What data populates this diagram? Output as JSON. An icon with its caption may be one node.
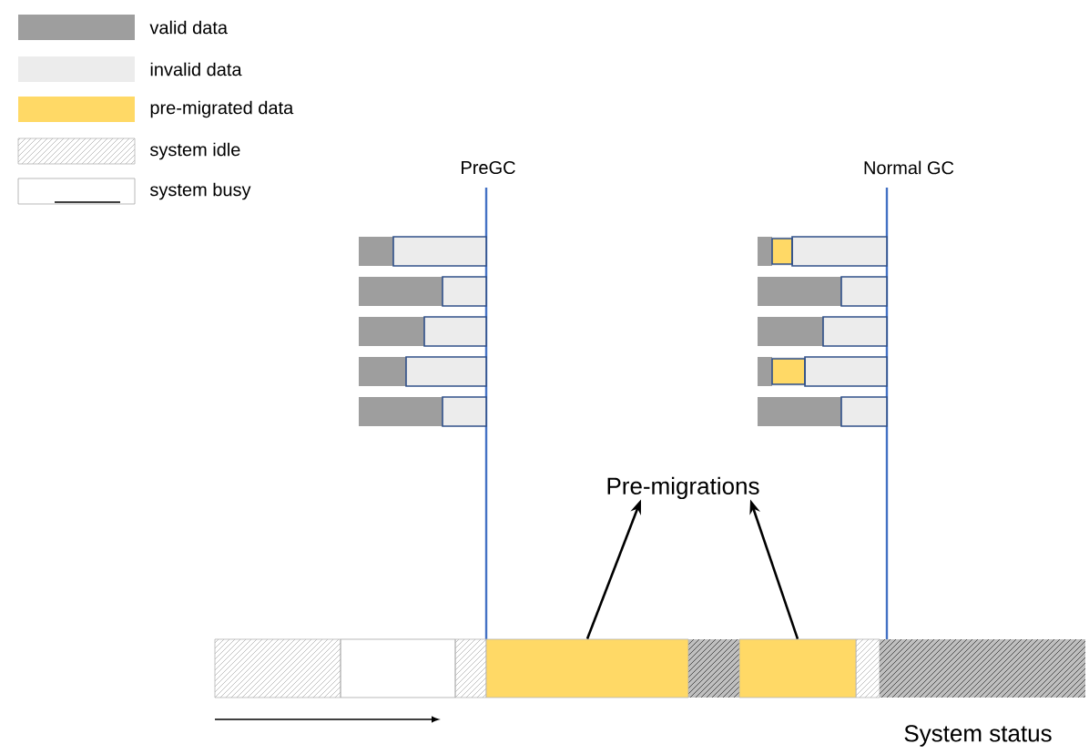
{
  "diagram": {
    "nodes": [
      {
        "text": [
          "Pre-migrations"
        ]
      },
      {
        "text": [],
        "shape": "box"
      },
      {
        "text": [],
        "shape": "box"
      }
    ],
    "edges": [
      {
        "from": 1,
        "to": 0,
        "arrow": "to"
      },
      {
        "from": 2,
        "to": 0,
        "arrow": "to"
      }
    ],
    "labels": [
      "PreGC",
      "Normal GC",
      "System status"
    ],
    "legend": [
      {
        "text": "valid data",
        "color": "#9e9e9e"
      },
      {
        "text": "invalid data",
        "color": "#ececec"
      },
      {
        "text": "pre-migrated data",
        "color": "#ffd966"
      },
      {
        "text": "system idle"
      },
      {
        "text": "system busy"
      }
    ]
  }
}
